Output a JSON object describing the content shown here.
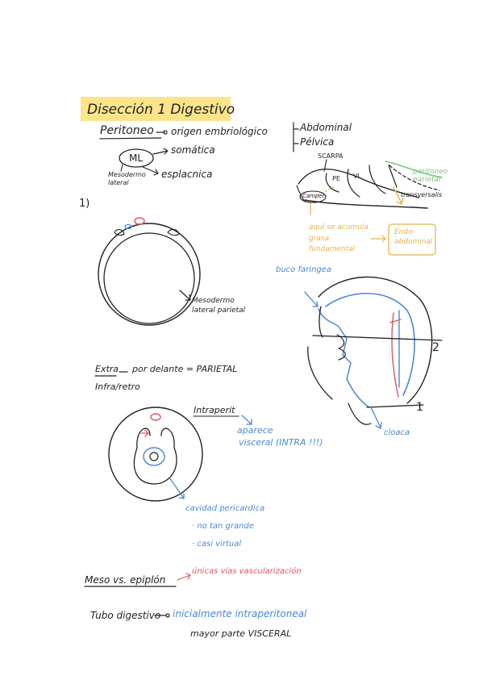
{
  "title": "Disección 1 Digestivo",
  "notes": {
    "peritoneo": "Peritoneo",
    "origen": "origen embriológico",
    "ml": "ML",
    "somatica": "somática",
    "esplacnica": "esplacnica",
    "mesodermo_lateral": "Mesodermo lateral",
    "abdominal": "Abdominal",
    "pelvica": "Pélvica",
    "numero_1": "1)",
    "scarpa": "SCARPA",
    "pe": "PE",
    "vi": "VI",
    "peritoneo_parietal": "peritoneo parietal",
    "transversalis": "transversalis",
    "camper": "Camper",
    "grasa": "aquí se acumula grasa fundamental",
    "endo": "Endo-abdominal",
    "buco_faringea": "buco faringea",
    "mesodermo_parietal": "Mesodermo lateral parietal",
    "num_2": "2",
    "num_1": "1",
    "cloaca": "cloaca",
    "extra": "Extra",
    "por_delante": "por delante = PARIETAL",
    "infra_retro": "Infra/retro",
    "intraperit": "Intraperit",
    "aparece": "aparece",
    "visceral_intra": "visceral (INTRA !!!)",
    "cavidad": "cavidad pericardica",
    "no_tan_grande": "· no tan grande",
    "casi_virtual": "· casi virtual",
    "meso": "Meso vs. epiplón",
    "unicas": "únicas vías vascularización",
    "tubo": "Tubo digestivo",
    "inicialmente": "inicialmente intraperitoneal",
    "mayor": "mayor parte VISCERAL"
  }
}
